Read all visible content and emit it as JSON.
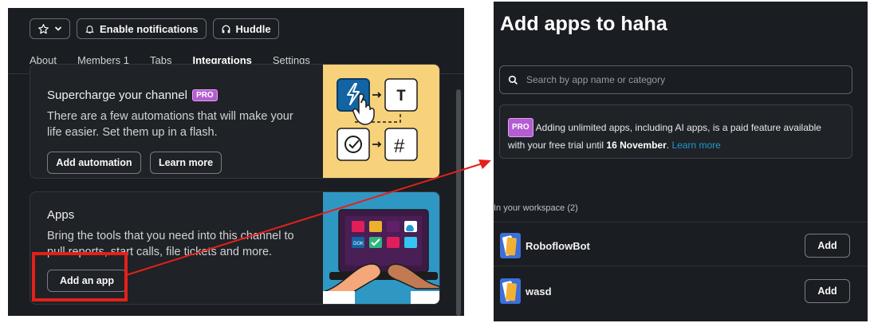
{
  "left_panel": {
    "top_buttons": {
      "notifications_label": "Enable notifications",
      "huddle_label": "Huddle"
    },
    "tabs": [
      {
        "label": "About"
      },
      {
        "label": "Members 1"
      },
      {
        "label": "Tabs"
      },
      {
        "label": "Integrations"
      },
      {
        "label": "Settings"
      }
    ],
    "active_tab": "Integrations",
    "automation_card": {
      "title": "Supercharge your channel",
      "badge": "PRO",
      "description": "There are a few automations that will make your life easier. Set them up in a flash.",
      "primary_button": "Add automation",
      "secondary_button": "Learn more",
      "illustration_glyphs": {
        "hash": "#",
        "text": "T"
      }
    },
    "apps_card": {
      "title": "Apps",
      "description": "Bring the tools that you need into this channel to pull reports, start calls, file tickets and more.",
      "button": "Add an app",
      "illustration_badge": "DOK"
    }
  },
  "right_panel": {
    "title": "Add apps to haha",
    "search": {
      "placeholder": "Search by app name or category"
    },
    "notice": {
      "badge": "PRO",
      "text_before": "Adding unlimited apps, including AI apps, is a paid feature available with your free trial until ",
      "bold_date": "16 November",
      "text_after": ". ",
      "link": "Learn more"
    },
    "workspace_section_label": "In your workspace (2)",
    "apps": [
      {
        "name": "RoboflowBot",
        "button": "Add"
      },
      {
        "name": "wasd",
        "button": "Add"
      }
    ]
  },
  "colors": {
    "background": "#1a1d21",
    "pro_badge": "#b45cd1",
    "link": "#1d9bd1",
    "highlight": "#e3201b",
    "arrow": "#e3201b"
  }
}
